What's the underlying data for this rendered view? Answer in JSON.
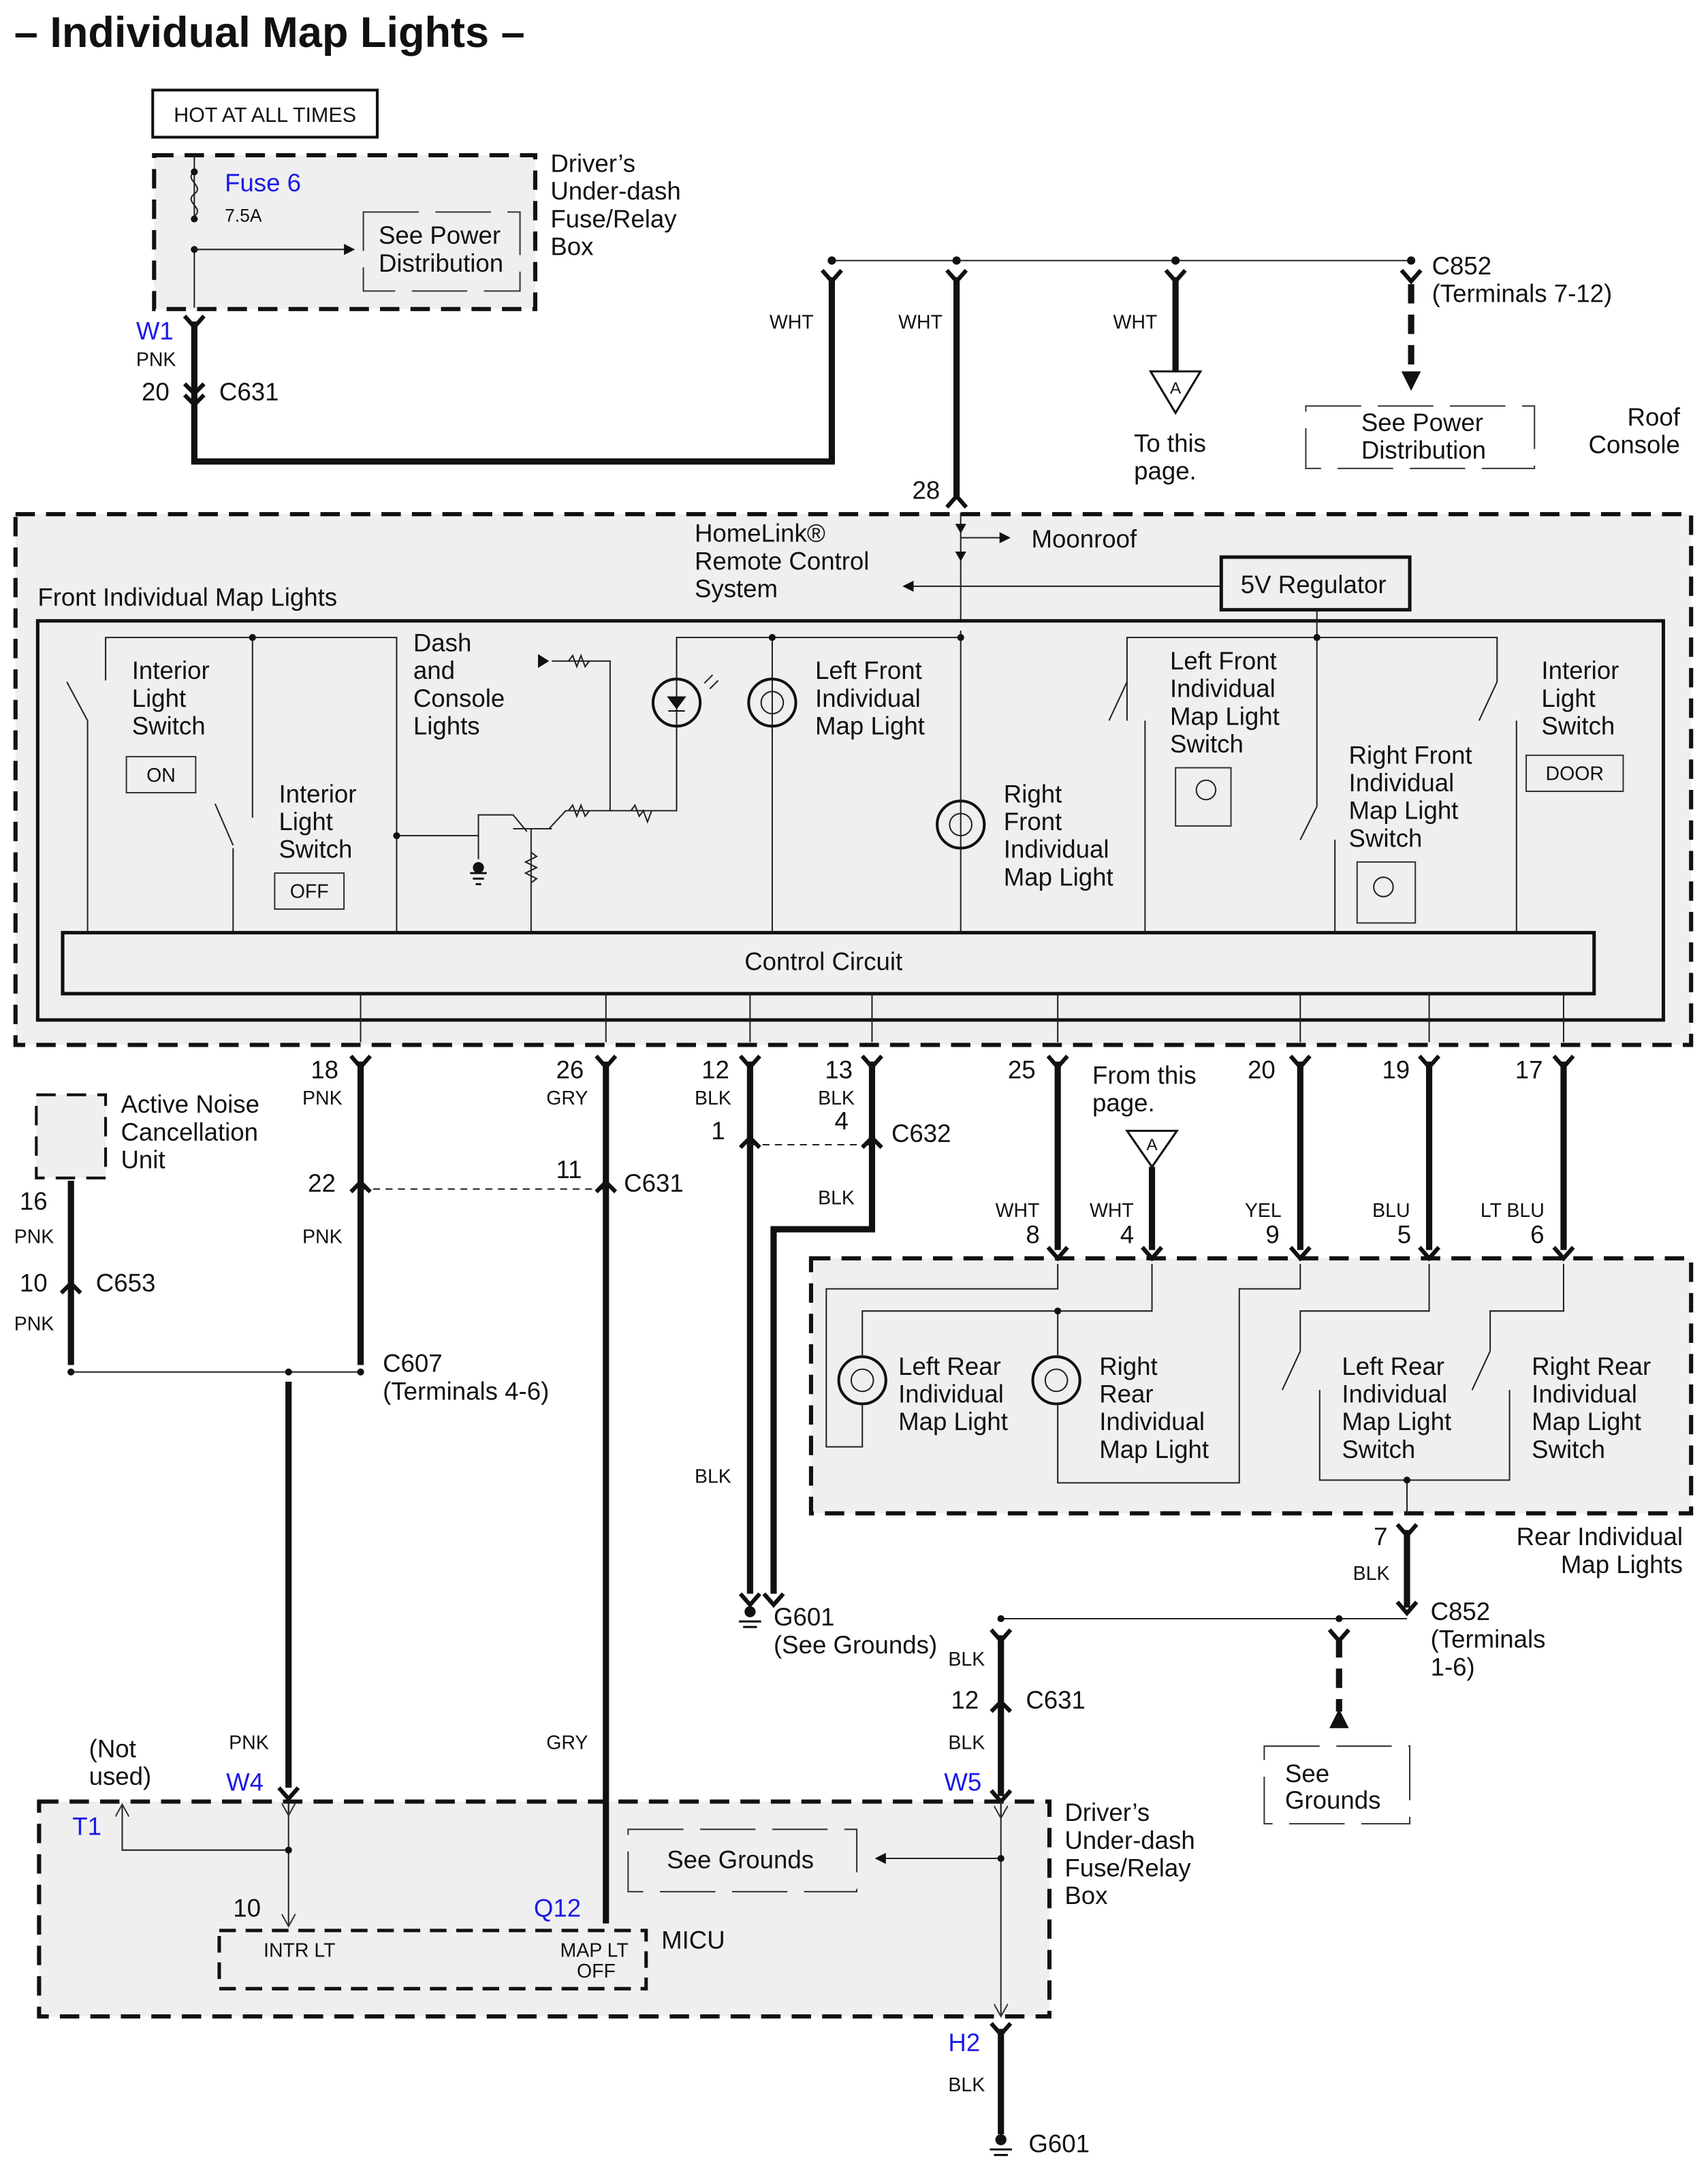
{
  "title": "– Individual Map Lights –",
  "hot_at_all_times": "HOT AT ALL TIMES",
  "fuse": {
    "name": "Fuse 6",
    "rating": "7.5A"
  },
  "see_power_distribution": [
    "See Power",
    "Distribution"
  ],
  "drivers_box": [
    "Driver’s",
    "Under-dash",
    "Fuse/Relay",
    "Box"
  ],
  "w1": {
    "terminal": "W1",
    "color": "PNK",
    "pin": "20",
    "connector": "C631"
  },
  "top_bus": {
    "wire_colors": [
      "WHT",
      "WHT",
      "WHT"
    ],
    "pin_28": "28",
    "to_this_page": [
      "To this",
      "page."
    ],
    "offpage_ref": "A",
    "c852": [
      "C852",
      "(Terminals 7-12)"
    ],
    "roof_console": [
      "Roof",
      "Console"
    ]
  },
  "front_module": {
    "title": "Front Individual Map Lights",
    "homelink": [
      "HomeLink®",
      "Remote Control",
      "System"
    ],
    "moonroof": "Moonroof",
    "regulator": "5V Regulator",
    "interior_switch_on": [
      "Interior",
      "Light",
      "Switch"
    ],
    "on_label": "ON",
    "interior_switch_off": [
      "Interior",
      "Light",
      "Switch"
    ],
    "off_label": "OFF",
    "dash_console": [
      "Dash",
      "and",
      "Console",
      "Lights"
    ],
    "left_front_light": [
      "Left Front",
      "Individual",
      "Map Light"
    ],
    "right_front_light": [
      "Right",
      "Front",
      "Individual",
      "Map Light"
    ],
    "left_front_switch": [
      "Left Front",
      "Individual",
      "Map Light",
      "Switch"
    ],
    "right_front_switch": [
      "Right Front",
      "Individual",
      "Map Light",
      "Switch"
    ],
    "interior_switch_door": [
      "Interior",
      "Light",
      "Switch"
    ],
    "door_label": "DOOR",
    "control_circuit": "Control Circuit"
  },
  "pins": [
    {
      "pin": "18",
      "color": "PNK"
    },
    {
      "pin": "26",
      "color": "GRY"
    },
    {
      "pin": "12",
      "color": "BLK"
    },
    {
      "pin": "13",
      "color": "BLK"
    },
    {
      "pin": "25",
      "color": ""
    },
    {
      "pin": "20",
      "color": ""
    },
    {
      "pin": "19",
      "color": ""
    },
    {
      "pin": "17",
      "color": ""
    }
  ],
  "from_this_page": [
    "From this",
    "page."
  ],
  "c632": {
    "pin_a": "1",
    "pin_b": "4",
    "name": "C632",
    "color": "BLK"
  },
  "c631_mid": {
    "pin_a": "22",
    "pin_b": "11",
    "name": "C631",
    "color": "PNK"
  },
  "anc_unit": [
    "Active Noise",
    "Cancellation",
    "Unit"
  ],
  "c653": {
    "pin_top": "16",
    "color_top": "PNK",
    "pin": "10",
    "name": "C653",
    "color_bottom": "PNK"
  },
  "c607": [
    "C607",
    "(Terminals 4-6)"
  ],
  "rear_pins": [
    {
      "color": "WHT",
      "pin": "8"
    },
    {
      "color": "WHT",
      "pin": "4"
    },
    {
      "color": "YEL",
      "pin": "9"
    },
    {
      "color": "BLU",
      "pin": "5"
    },
    {
      "color": "LT BLU",
      "pin": "6"
    }
  ],
  "rear_module": {
    "left_rear_light": [
      "Left Rear",
      "Individual",
      "Map Light"
    ],
    "right_rear_light": [
      "Right",
      "Rear",
      "Individual",
      "Map Light"
    ],
    "left_rear_switch": [
      "Left Rear",
      "Individual",
      "Map Light",
      "Switch"
    ],
    "right_rear_switch": [
      "Right Rear",
      "Individual",
      "Map Light",
      "Switch"
    ],
    "title": [
      "Rear Individual",
      "Map Lights"
    ],
    "pin": "7",
    "color": "BLK"
  },
  "blk_label": "BLK",
  "g601_upper": [
    "G601",
    "(See Grounds)"
  ],
  "c852_lower": [
    "C852",
    "(Terminals",
    "1-6)"
  ],
  "see_grounds_right": [
    "See",
    "Grounds"
  ],
  "c631_lower": {
    "color_top": "BLK",
    "pin": "12",
    "name": "C631",
    "color_bottom": "BLK",
    "terminal": "W5"
  },
  "micu_area": {
    "not_used": [
      "(Not",
      "used)"
    ],
    "pnk": "PNK",
    "w4": "W4",
    "gry": "GRY",
    "t1": "T1",
    "pin_10": "10",
    "q12": "Q12",
    "intr_lt": "INTR LT",
    "map_lt_off": [
      "MAP LT",
      "OFF"
    ],
    "micu": "MICU",
    "see_grounds": "See Grounds",
    "drivers_box": [
      "Driver’s",
      "Under-dash",
      "Fuse/Relay",
      "Box"
    ]
  },
  "bottom_ground": {
    "terminal": "H2",
    "color": "BLK",
    "name": "G601"
  }
}
